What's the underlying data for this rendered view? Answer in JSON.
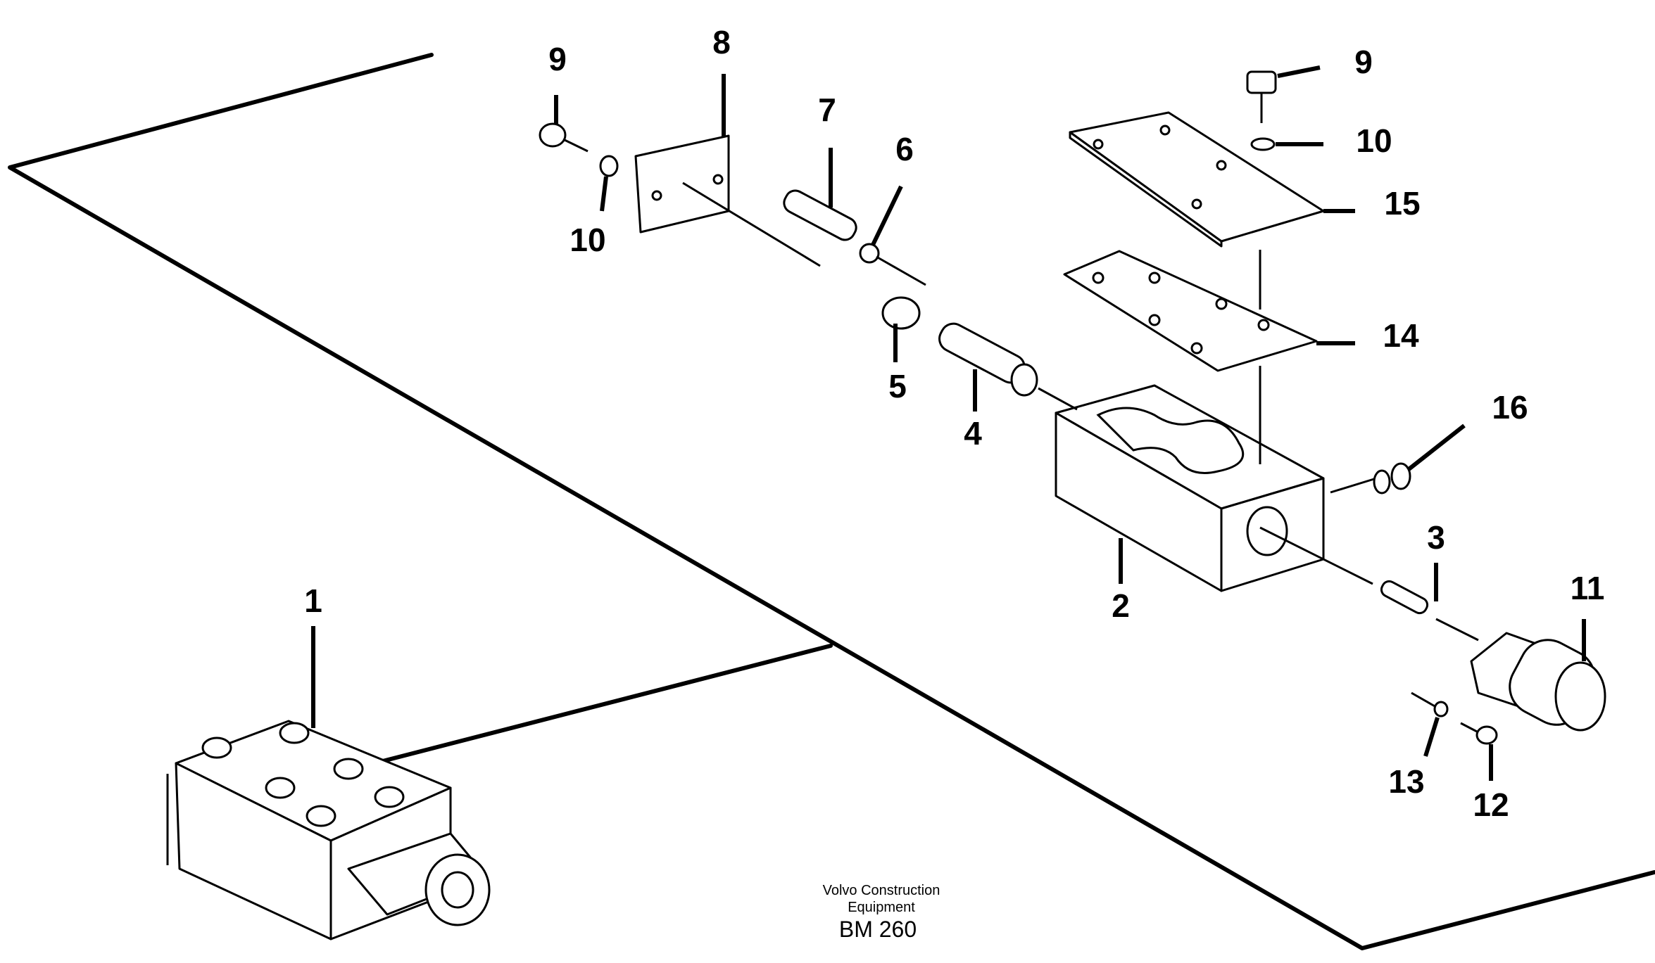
{
  "callouts": {
    "c1": "1",
    "c2": "2",
    "c3": "3",
    "c4": "4",
    "c5": "5",
    "c6": "6",
    "c7": "7",
    "c8": "8",
    "c9a": "9",
    "c9b": "9",
    "c10a": "10",
    "c10b": "10",
    "c11": "11",
    "c12": "12",
    "c13": "13",
    "c14": "14",
    "c15": "15",
    "c16": "16"
  },
  "footer": {
    "line1": "Volvo Construction",
    "line2": "Equipment",
    "code": "BM 260"
  }
}
